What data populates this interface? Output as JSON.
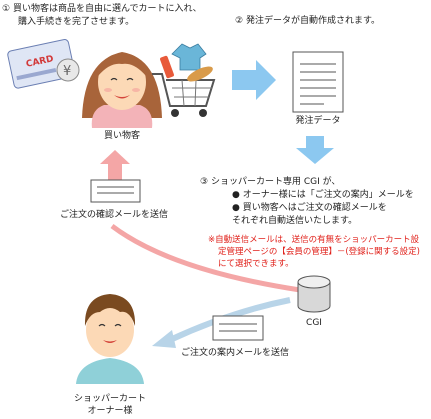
{
  "step1": {
    "marker": "①",
    "line1": "買い物客は商品を自由に選んでカートに入れ、",
    "line2": "購入手続きを完了させます。"
  },
  "step2": {
    "marker": "②",
    "text": "発注データが自動作成されます。"
  },
  "step3": {
    "marker": "③",
    "line1": "ショッパーカート専用 CGI が、",
    "bullet1": "●  オーナー様には「ご注文の案内」メールを",
    "bullet2": "●  買い物客へはご注文の確認メールを",
    "line4": "それぞれ自動送信いたします。"
  },
  "note": {
    "line1": "※自動送信メールは、送信の有無をショッパーカート設",
    "line2": "定管理ページの【会員の管理】－(登録に関する設定)",
    "line3": "にて選択できます。"
  },
  "labels": {
    "shopper": "買い物客",
    "order_data": "発注データ",
    "confirm_mail": "ご注文の確認メールを送信",
    "cgi": "CGI",
    "guide_mail": "ご注文の案内メールを送信",
    "owner_line1": "ショッパーカート",
    "owner_line2": "オーナー様",
    "card": "CARD",
    "yen": "¥"
  },
  "colors": {
    "arrow_blue": "#8cc8f0",
    "arrow_pink": "#f4a6a6",
    "arrow_grey_blue": "#b8d4e8",
    "note_red": "#e0201a"
  }
}
